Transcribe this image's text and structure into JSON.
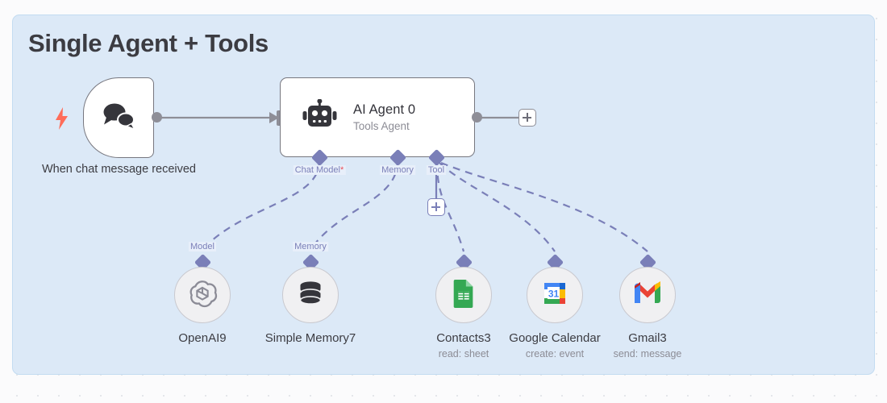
{
  "panel": {
    "title": "Single Agent + Tools",
    "background_color": "#dce9f7",
    "border_color": "#c3dcf1"
  },
  "accent_colors": {
    "port_purple": "#7a7fb8",
    "required_red": "#e8515a",
    "trigger_bolt_orange": "#ff6d5a",
    "node_border_gray": "#77777f"
  },
  "nodes": {
    "trigger": {
      "caption": "When chat message received",
      "icon": "chat-bubbles-icon",
      "badge_icon": "lightning-bolt-icon"
    },
    "agent": {
      "title": "AI Agent 0",
      "subtitle": "Tools Agent",
      "icon": "robot-icon",
      "ports": [
        {
          "label": "Chat Model",
          "required": true,
          "required_marker": "*"
        },
        {
          "label": "Memory",
          "required": false,
          "required_marker": ""
        },
        {
          "label": "Tool",
          "required": false,
          "required_marker": ""
        }
      ],
      "add_button_label": "+"
    },
    "tool_add_button_label": "+",
    "sub_nodes": [
      {
        "port_label": "Model",
        "caption": "OpenAI9",
        "subcaption": "",
        "icon": "openai-logo-icon"
      },
      {
        "port_label": "Memory",
        "caption": "Simple Memory7",
        "subcaption": "",
        "icon": "database-icon"
      },
      {
        "port_label": "",
        "caption": "Contacts3",
        "subcaption": "read: sheet",
        "icon": "google-sheets-icon"
      },
      {
        "port_label": "",
        "caption": "Google Calendar",
        "subcaption": "create: event",
        "icon": "google-calendar-icon"
      },
      {
        "port_label": "",
        "caption": "Gmail3",
        "subcaption": "send: message",
        "icon": "gmail-icon"
      }
    ]
  }
}
